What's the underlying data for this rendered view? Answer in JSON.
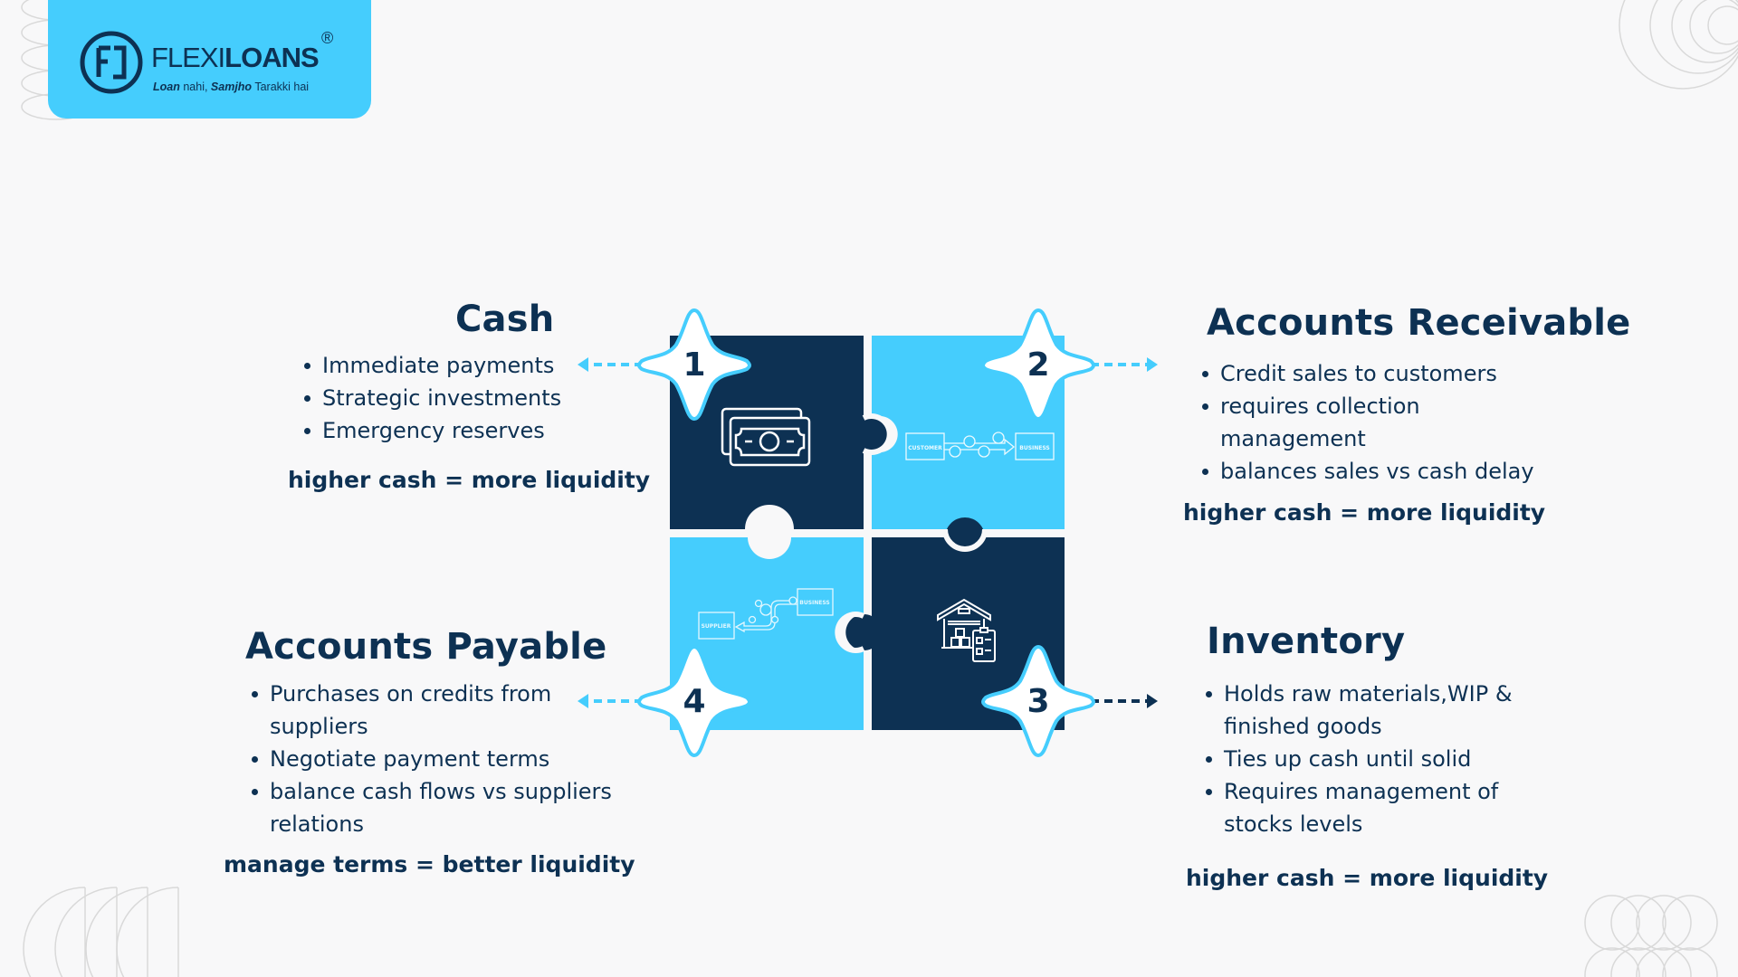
{
  "colors": {
    "navy": "#0d3153",
    "sky": "#45cdfd",
    "background": "#f8f8f9",
    "decoration": "#d9d9d9"
  },
  "logo": {
    "brand_thin": "FLEXI",
    "brand_bold": "LOANS",
    "registered": "®",
    "monogram": "FJ",
    "tagline_parts": [
      "Loan",
      " nahi, ",
      "Samjho",
      " Tarakki hai"
    ]
  },
  "sections": {
    "cash": {
      "number": "1",
      "title": "Cash",
      "bullets": [
        "Immediate payments",
        "Strategic investments",
        "Emergency reserves"
      ],
      "note": "higher cash = more liquidity",
      "icon": "money-bills-icon",
      "arrow_direction": "left"
    },
    "receivable": {
      "number": "2",
      "title": "Accounts Receivable",
      "bullets": [
        "Credit sales to customers",
        "requires collection management",
        "balances sales vs cash delay"
      ],
      "note": "higher cash = more liquidity",
      "icon": "customer-to-business-flow-icon",
      "icon_labels": [
        "CUSTOMER",
        "BUSINESS"
      ],
      "arrow_direction": "right"
    },
    "inventory": {
      "number": "3",
      "title": "Inventory",
      "bullets": [
        "Holds raw materials,WIP & finished goods",
        "Ties up cash until solid",
        "Requires management of stocks levels"
      ],
      "note": "higher cash = more liquidity",
      "icon": "warehouse-clipboard-icon",
      "arrow_direction": "right"
    },
    "payable": {
      "number": "4",
      "title": "Accounts Payable",
      "bullets": [
        "Purchases on credits from suppliers",
        "Negotiate payment terms",
        "balance cash flows vs suppliers relations"
      ],
      "note": "manage terms = better liquidity",
      "icon": "business-to-supplier-flow-icon",
      "icon_labels": [
        "SUPPLIER",
        "BUSINESS"
      ],
      "arrow_direction": "left"
    }
  }
}
